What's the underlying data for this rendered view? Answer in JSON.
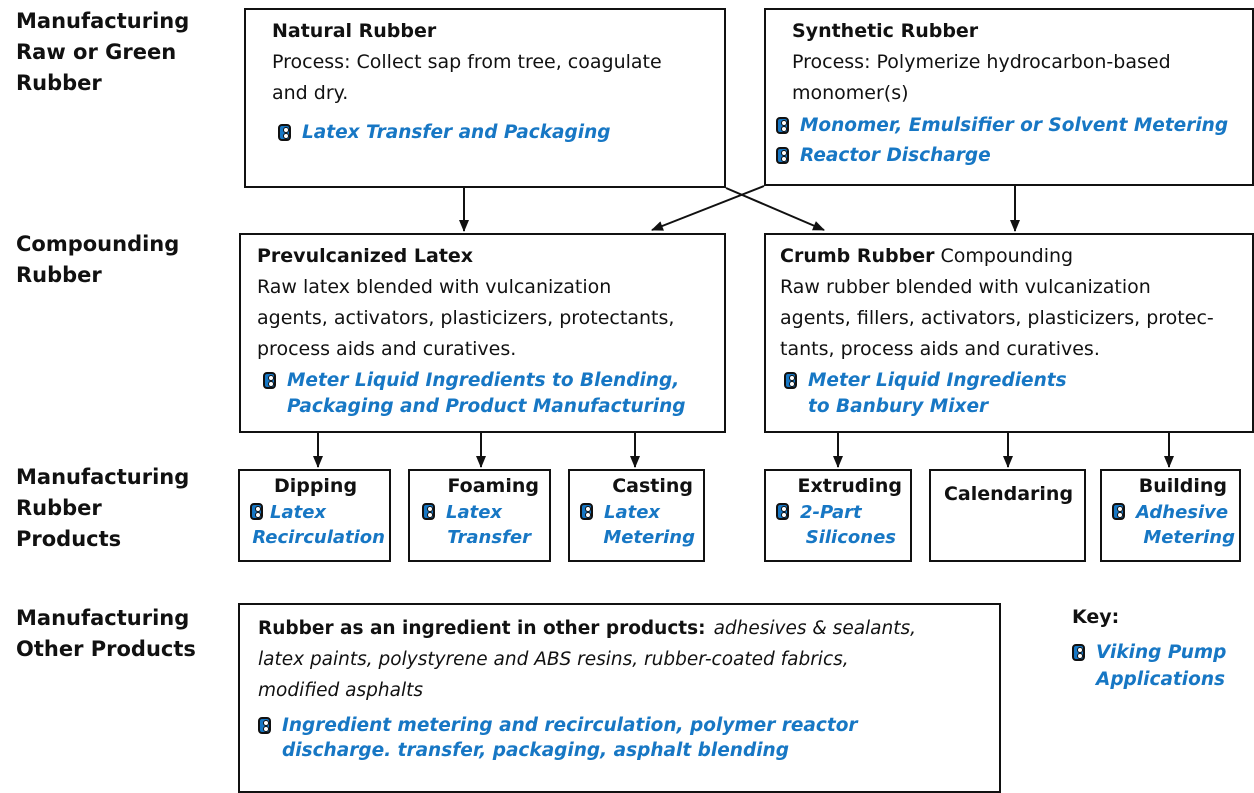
{
  "stages": [
    [
      "Manufacturing",
      "Raw or Green",
      "Rubber"
    ],
    [
      "Compounding",
      "Rubber"
    ],
    [
      "Manufacturing",
      "Rubber",
      "Products"
    ],
    [
      "Manufacturing",
      "Other Products"
    ]
  ],
  "natural": {
    "title": "Natural Rubber",
    "process": [
      "Process:  Collect sap from tree, coagulate",
      "and dry."
    ],
    "apps": [
      "Latex Transfer and Packaging"
    ]
  },
  "synthetic": {
    "title": "Synthetic Rubber",
    "process": [
      "Process:  Polymerize hydrocarbon-based",
      "monomer(s)"
    ],
    "apps": [
      "Monomer, Emulsifier or Solvent Metering",
      "Reactor Discharge"
    ]
  },
  "prevulcanized": {
    "title": "Prevulcanized Latex",
    "desc": [
      "Raw latex blended with vulcanization",
      "agents, activators, plasticizers, protectants,",
      "process aids and curatives."
    ],
    "apps": [
      "Meter Liquid Ingredients to Blending,",
      "Packaging and Product Manufacturing"
    ]
  },
  "crumb": {
    "title": "Crumb Rubber",
    "title_suffix": " Compounding",
    "desc": [
      "Raw rubber blended with vulcanization",
      "agents, fillers, activators, plasticizers, protec-",
      "tants, process aids and curatives."
    ],
    "apps": [
      "Meter Liquid Ingredients",
      "to Banbury Mixer"
    ]
  },
  "products": [
    {
      "title": "Dipping",
      "apps": [
        "Latex",
        "Recirculation"
      ]
    },
    {
      "title": "Foaming",
      "apps": [
        "Latex",
        "Transfer"
      ]
    },
    {
      "title": "Casting",
      "apps": [
        "Latex",
        "Metering"
      ]
    },
    {
      "title": "Extruding",
      "apps": [
        "2-Part",
        "Silicones"
      ]
    },
    {
      "title": "Calendaring",
      "apps": []
    },
    {
      "title": "Building",
      "apps": [
        "Adhesive",
        "Metering"
      ]
    }
  ],
  "other": {
    "title": "Rubber as an ingredient in other products:",
    "line1_tail": "adhesives & sealants,",
    "lines": [
      "latex paints, polystyrene and ABS resins, rubber-coated fabrics,",
      "modified asphalts"
    ],
    "apps": [
      "Ingredient metering and recirculation, polymer reactor",
      "discharge. transfer, packaging, asphalt blending"
    ]
  },
  "key": {
    "title": "Key:",
    "label": [
      "Viking Pump",
      "Applications"
    ]
  },
  "colors": {
    "application_blue": "#1777c4",
    "line_black": "#111111"
  }
}
